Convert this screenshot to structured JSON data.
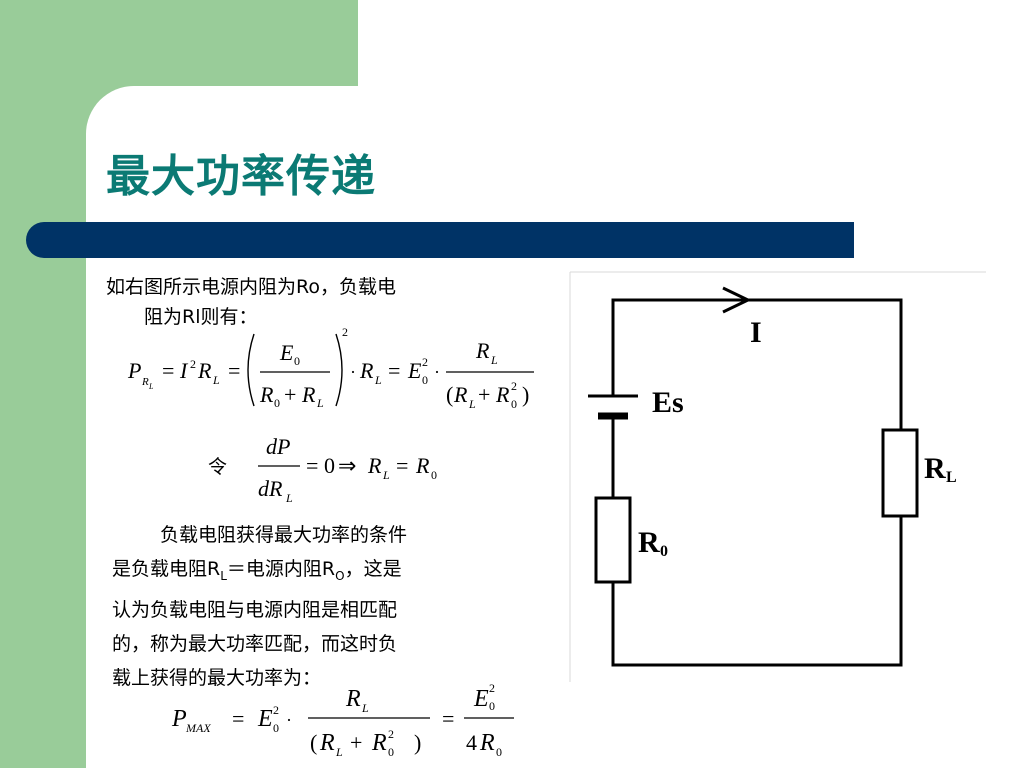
{
  "slide": {
    "title": "最大功率传递"
  },
  "intro": {
    "line1_a": "如右图所示电源内阻为",
    "line1_b": "Ro",
    "line1_c": "，负载电",
    "line2_a": "阻为",
    "line2_b": "Rl",
    "line2_c": "则有："
  },
  "ling_label": "令",
  "paragraph": {
    "line1": "负载电阻获得最大功率的条件",
    "line2_a": "是负载电阻",
    "line2_b": "R",
    "line2_sub1": "L",
    "line2_c": "＝电源内阻",
    "line2_d": "R",
    "line2_sub2": "O",
    "line2_e": "，这是",
    "line3": "认为负载电阻与电源内阻是相匹配",
    "line4": "的，称为最大功率匹配，而这时负",
    "line5": "载上获得的最大功率为："
  },
  "circuit": {
    "current_label": "I",
    "source_label": "Es",
    "load_label_main": "R",
    "load_label_sub": "L",
    "internal_label_main": "R",
    "internal_label_sub": "0"
  },
  "colors": {
    "title": "#0b7a74",
    "side_green": "#99cc99",
    "bar_navy": "#003366"
  }
}
